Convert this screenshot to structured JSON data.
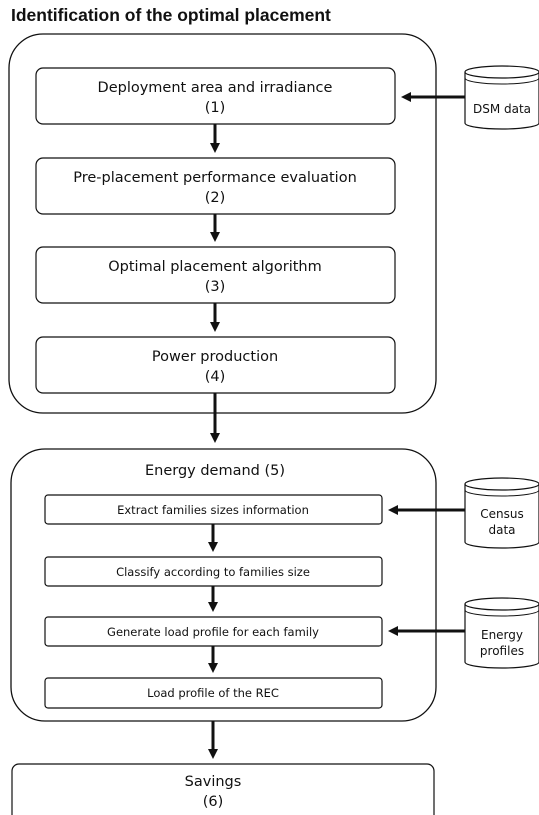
{
  "title": "Identification of the optimal placement",
  "placement_steps": [
    {
      "label": "Deployment area and irradiance",
      "number": "(1)"
    },
    {
      "label": "Pre-placement performance evaluation",
      "number": "(2)"
    },
    {
      "label": "Optimal placement algorithm",
      "number": "(3)"
    },
    {
      "label": "Power production",
      "number": "(4)"
    }
  ],
  "energy_demand": {
    "title": "Energy demand (5)",
    "steps": [
      {
        "label": "Extract families sizes information"
      },
      {
        "label": "Classify according to families size"
      },
      {
        "label": "Generate load profile for each family"
      },
      {
        "label": "Load profile of the REC"
      }
    ]
  },
  "savings": {
    "label": "Savings",
    "number": "(6)"
  },
  "data_sources": {
    "dsm": {
      "lines": [
        "DSM data"
      ]
    },
    "census": {
      "lines": [
        "Census",
        "data"
      ]
    },
    "energy_profiles": {
      "lines": [
        "Energy",
        "profiles"
      ]
    }
  }
}
